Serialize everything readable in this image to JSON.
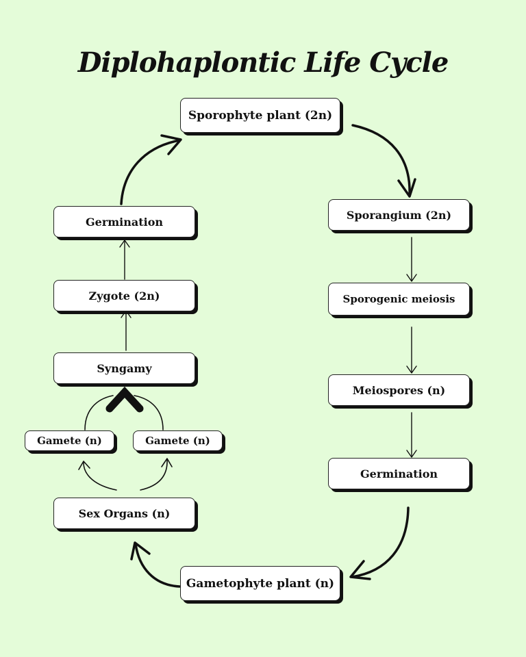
{
  "diagram": {
    "title": "Diplohaplontic Life Cycle",
    "nodes": {
      "sporophyte": "Sporophyte plant (2n)",
      "sporangium": "Sporangium (2n)",
      "sporogenic_meiosis": "Sporogenic meiosis",
      "meiospores": "Meiospores (n)",
      "germination_right": "Germination",
      "gametophyte": "Gametophyte plant (n)",
      "sex_organs": "Sex Organs (n)",
      "gamete_left": "Gamete (n)",
      "gamete_right": "Gamete (n)",
      "syngamy": "Syngamy",
      "zygote": "Zygote (2n)",
      "germination_left": "Germination"
    }
  }
}
